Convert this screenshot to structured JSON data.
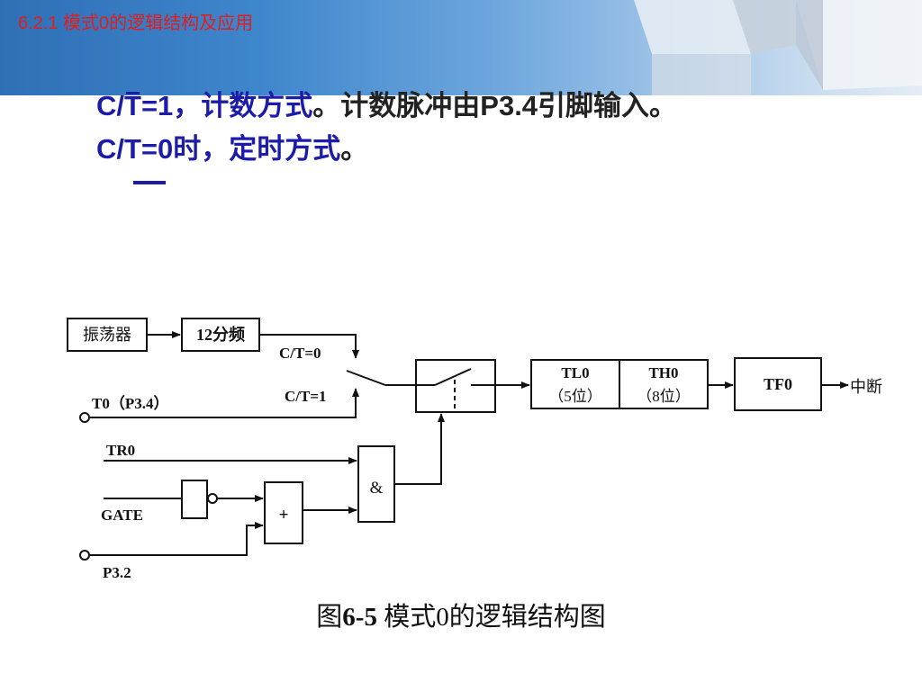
{
  "slide": {
    "title": "6.2.1  模式0的逻辑结构及应用"
  },
  "body": {
    "line1": {
      "prefix": "C/",
      "overbar_letter": "T",
      "mid": "=1，计数方式",
      "rest1": "。计数脉冲由",
      "pin": "P3.4",
      "rest2": "引脚输入。"
    },
    "line2": {
      "label": "C/T=0",
      "mid": "时，定时方式",
      "end": "。"
    }
  },
  "diagram": {
    "oscillator": "振荡器",
    "divider": "12分频",
    "sel0": "C/T=0",
    "sel1": "C/T=1",
    "t0_pin": "T0（P3.4）",
    "tr0": "TR0",
    "gate": "GATE",
    "p32": "P3.2",
    "and_gate": "&",
    "or_gate": "+",
    "tl0": {
      "name": "TL0",
      "bits": "（5位）"
    },
    "th0": {
      "name": "TH0",
      "bits": "（8位）"
    },
    "tf0": "TF0",
    "interrupt": "中断"
  },
  "caption": {
    "prefix": "图",
    "num": "6-5",
    "text": "  模式0的逻辑结构图"
  }
}
